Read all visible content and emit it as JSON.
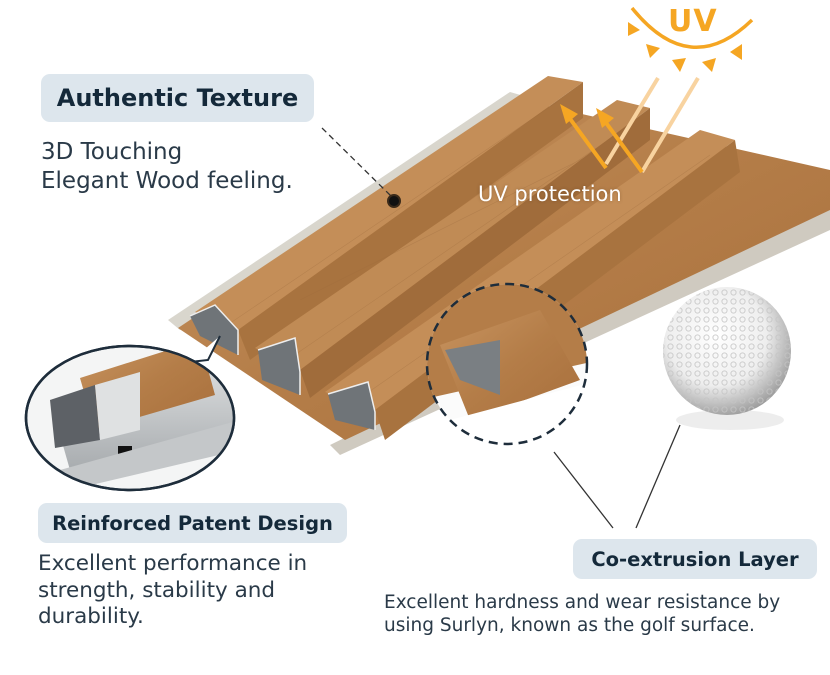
{
  "colors": {
    "pill_bg": "#dde6ed",
    "heading_text": "#14293a",
    "body_text": "#2a3a48",
    "wood": "#b98552",
    "wood_dark": "#8a5d33",
    "aluminum": "#c9ccce",
    "uv_orange": "#f5a623"
  },
  "features": {
    "texture": {
      "title": "Authentic Texture",
      "lines": [
        "3D Touching",
        "Elegant Wood feeling."
      ]
    },
    "uv": {
      "sun_label": "UV",
      "caption": "UV protection"
    },
    "patent": {
      "title": "Reinforced Patent Design",
      "lines": [
        "Excellent performance in",
        "strength, stability and",
        "durability."
      ]
    },
    "coextrusion": {
      "title": "Co-extrusion Layer",
      "lines": [
        "Excellent hardness and wear resistance by",
        "using Surlyn, known as the golf surface."
      ]
    }
  },
  "icons": {
    "sun": "uv-sun-icon",
    "arrows": "reflect-arrow-icon",
    "golf_ball": "golf-ball-icon",
    "pointer_dot": "pointer-dot-icon"
  }
}
